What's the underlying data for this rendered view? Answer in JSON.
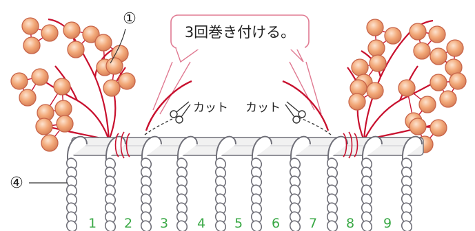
{
  "callout": {
    "text": "3回巻き付ける。"
  },
  "cut_left": "カット",
  "cut_right": "カット",
  "marker_1": "①",
  "marker_4": "④",
  "numbers": [
    "1",
    "2",
    "3",
    "4",
    "5",
    "6",
    "7",
    "8",
    "9"
  ],
  "colors": {
    "bead_fill": "#f2a878",
    "bead_stroke": "#c8654a",
    "branch": "#c8102e",
    "callout_border": "#e07a92",
    "number": "#39a845",
    "cord_stroke": "#6f6f78",
    "bar_fill": "#f1f1f1"
  },
  "icons": [
    "scissors-icon",
    "scissors-icon"
  ]
}
